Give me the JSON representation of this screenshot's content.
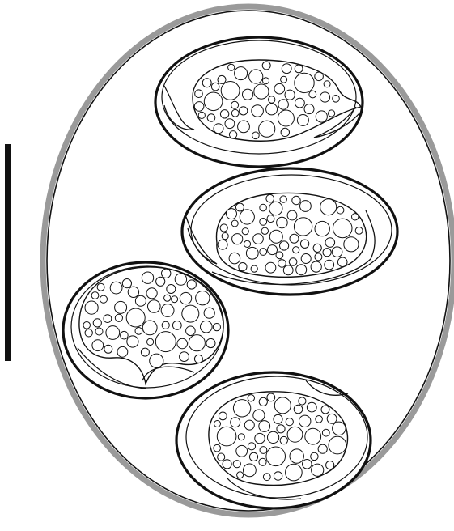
{
  "figure": {
    "subject": "oocyst-with-four-sporocysts",
    "colors": {
      "wall_outer": "#9a9a9a",
      "wall_inner": "#111111",
      "line": "#111111",
      "background": "#ffffff"
    },
    "sporocysts": [
      {
        "id": "sporocyst-1",
        "position_word": "top"
      },
      {
        "id": "sporocyst-2",
        "position_word": "middle-right"
      },
      {
        "id": "sporocyst-3",
        "position_word": "left"
      },
      {
        "id": "sporocyst-4",
        "position_word": "bottom"
      }
    ]
  }
}
